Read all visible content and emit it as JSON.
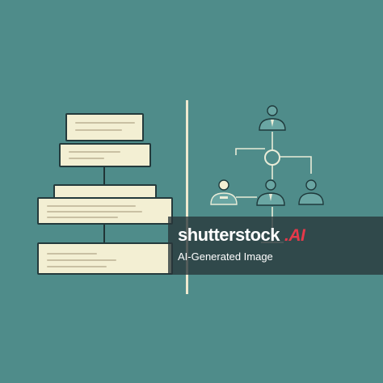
{
  "watermark": {
    "brand": "shutterstock",
    "badge": ".AI",
    "caption": "AI-Generated Image"
  },
  "colors": {
    "background": "#4f8c8a",
    "card_fill": "#f3efd3",
    "outline": "#243a3c",
    "node_fill": "#6aa6a3",
    "divider": "#efe9cf",
    "badge_red": "#e5394a"
  },
  "icons": [
    "person-icon",
    "shutterstock-logo"
  ]
}
